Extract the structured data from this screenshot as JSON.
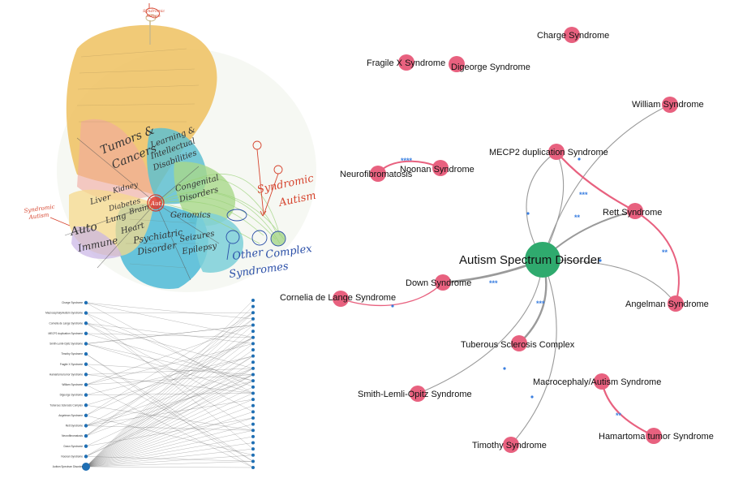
{
  "network": {
    "hub": "Autism Spectrum Disorder",
    "nodes": {
      "charge": "Charge Syndrome",
      "fragilex": "Fragile X Syndrome",
      "digeorge": "Digeorge Syndrome",
      "william": "William Syndrome",
      "mecp2": "MECP2 duplication Syndrome",
      "noonan": "Noonan Syndrome",
      "neurofib": "Neurofibromatosis",
      "rett": "Rett Syndrome",
      "angelman": "Angelman Syndrome",
      "down": "Down Syndrome",
      "cornelia": "Cornelia de Lange Syndrome",
      "tuberous": "Tuberous Sclerosis Complex",
      "smith": "Smith-Lemli-Opitz Syndrome",
      "macro": "Macrocephaly/Autism Syndrome",
      "hamartoma": "Hamartoma tumor Syndrome",
      "timothy": "Timothy Syndrome"
    },
    "significance": {
      "noonan_neurofib": "****",
      "mecp2_rett": "***",
      "rett_angelman": "**",
      "asd_rett": "**",
      "asd_down": "***",
      "asd_tuberous": "***",
      "macro_hamartoma": "**"
    },
    "colors": {
      "hub": "#2faa6e",
      "node": "#e8617f",
      "pink_edge": "#e8617f",
      "gray_edge": "#9a9a9a",
      "star": "#3b7fe0"
    }
  },
  "sketch": {
    "annotations": {
      "tumors": "Tumors &",
      "cancers": "Cancers",
      "learning1": "Learning &",
      "learning2": "Intellectual",
      "learning3": "Disabilities",
      "congenital1": "Congenital",
      "congenital2": "Disorders",
      "genomics": "Genomics",
      "syndromic_autism1": "Syndromic",
      "syndromic_autism2": "Autism",
      "syndromic_left1": "Syndromic",
      "syndromic_left2": "Autism",
      "syndromic_top1": "Syndromic",
      "syndromic_top2": "Autism",
      "auto1": "Auto",
      "auto2": "Immune",
      "liver": "Liver",
      "lung": "Lung",
      "kidney": "Kidney",
      "diabetes": "Diabetes",
      "brain": "Brain",
      "heart": "Heart",
      "psych1": "Psychiatric",
      "psych2": "Disorder",
      "epilepsy1": "Seizures",
      "epilepsy2": "Epilepsy",
      "other1": "Other",
      "other2": "Complex",
      "other3": "Syndromes",
      "hub_label": "Aut"
    }
  },
  "bipartite": {
    "left_labels": [
      "Charge Syndrome",
      "Macrocephaly/Autism Syndrome",
      "Cornelia de Lange Syndrome",
      "MECP2 duplication Syndrome",
      "Smith-Lemli-Opitz Syndrome",
      "Timothy Syndrome",
      "Fragile X Syndrome",
      "Hamartoma tumor Syndrome",
      "William Syndrome",
      "Digeorge Syndrome",
      "Tuberous Sclerosis Complex",
      "Angelman Syndrome",
      "Rett Syndrome",
      "Neurofibromatosis",
      "Down Syndrome",
      "Noonan Syndrome",
      "Autism Spectrum Disorder"
    ],
    "right_count": 28
  }
}
